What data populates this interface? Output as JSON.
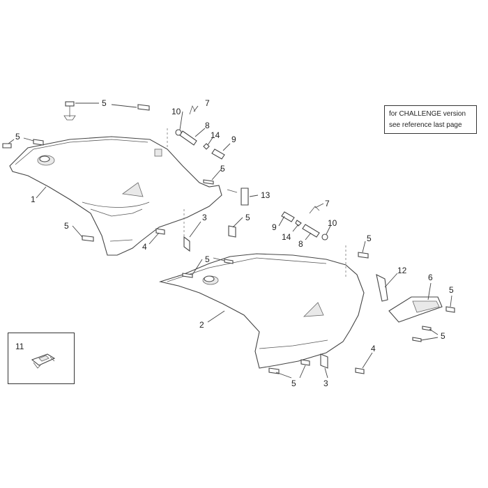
{
  "note": {
    "line1": "for CHALLENGE version",
    "line2": "see reference last page"
  },
  "inset_label": "11",
  "callouts": {
    "c1": "1",
    "c2": "2",
    "c3a": "3",
    "c3b": "3",
    "c4a": "4",
    "c4b": "4",
    "c5a": "5",
    "c5b": "5",
    "c5c": "5",
    "c5d": "5",
    "c5e": "5",
    "c5f": "5",
    "c5g": "5",
    "c5h": "5",
    "c5i": "5",
    "c5j": "5",
    "c6": "6",
    "c7a": "7",
    "c7b": "7",
    "c8a": "8",
    "c8b": "8",
    "c9a": "9",
    "c9b": "9",
    "c10a": "10",
    "c10b": "10",
    "c12": "12",
    "c13": "13",
    "c14a": "14",
    "c14b": "14"
  }
}
